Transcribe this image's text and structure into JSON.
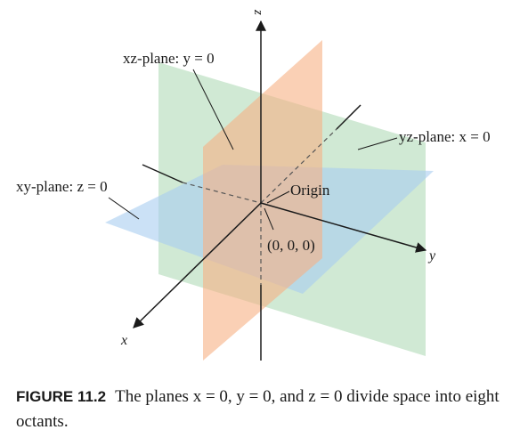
{
  "diagram": {
    "axes": {
      "z": "z",
      "y": "y",
      "x": "x"
    },
    "labels": {
      "xz_plane": "xz-plane: y = 0",
      "yz_plane": "yz-plane: x = 0",
      "xy_plane": "xy-plane: z = 0",
      "origin": "Origin",
      "origin_coords": "(0, 0, 0)"
    },
    "colors": {
      "xz_plane": "#f6b184",
      "yz_plane": "#a9d7b0",
      "xy_plane": "#a9cdf0",
      "axis": "#1a1a1a"
    }
  },
  "caption": {
    "figure_number": "FIGURE 11.2",
    "text": "The planes x = 0, y = 0, and z = 0 divide space into eight octants."
  }
}
